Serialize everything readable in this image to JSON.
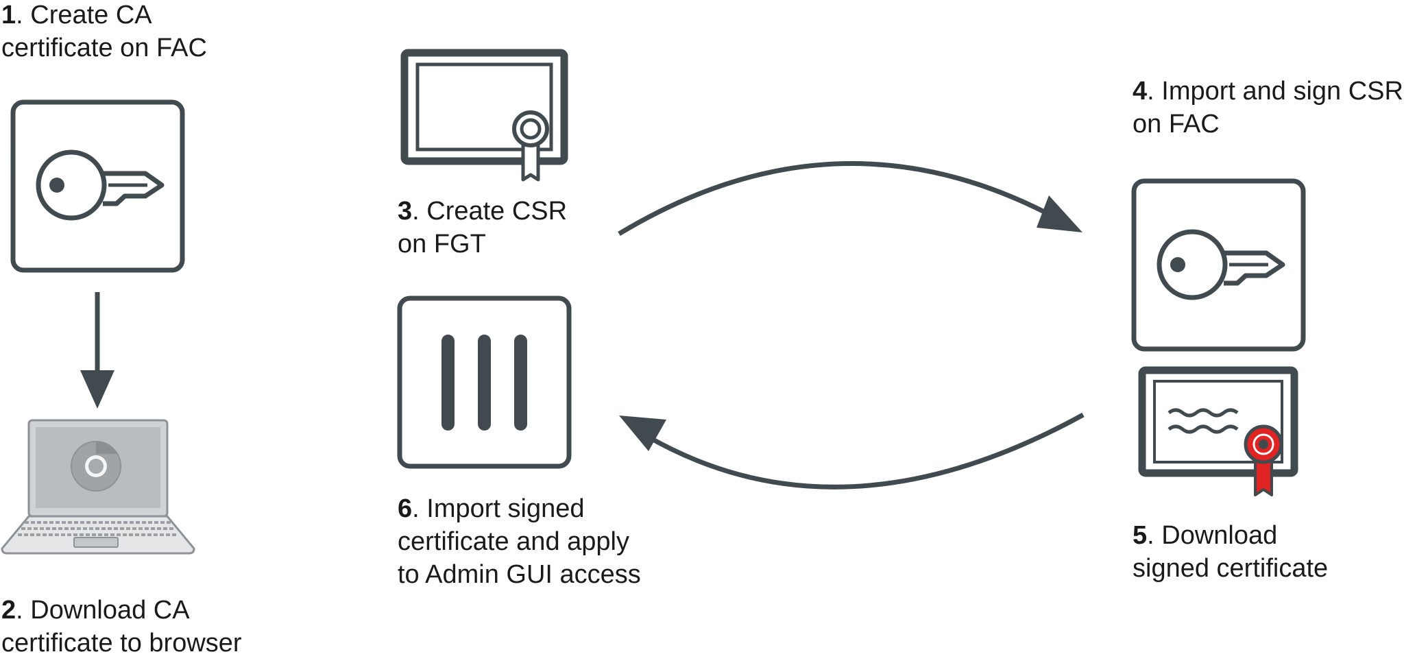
{
  "steps": [
    {
      "number": "1",
      "lines": [
        ". Create CA",
        "certificate on FAC"
      ]
    },
    {
      "number": "2",
      "lines": [
        ". Download CA",
        "certificate to browser"
      ]
    },
    {
      "number": "3",
      "lines": [
        ". Create CSR",
        "on FGT"
      ]
    },
    {
      "number": "4",
      "lines": [
        ". Import and sign CSR",
        "on FAC"
      ]
    },
    {
      "number": "5",
      "lines": [
        ". Download",
        "signed certificate"
      ]
    },
    {
      "number": "6",
      "lines": [
        ". Import signed",
        "certificate and apply",
        "to Admin GUI access"
      ]
    }
  ],
  "icons": {
    "step1": "key-icon",
    "step2": "laptop-browser-icon",
    "step3": "certificate-icon",
    "step4": "key-icon",
    "step5": "signed-certificate-icon",
    "step6": "fortigate-appliance-icon"
  },
  "colors": {
    "icon": "#414a4f",
    "arrow": "#414a4f",
    "seal": "#e02424",
    "text": "#1a1a1a"
  }
}
